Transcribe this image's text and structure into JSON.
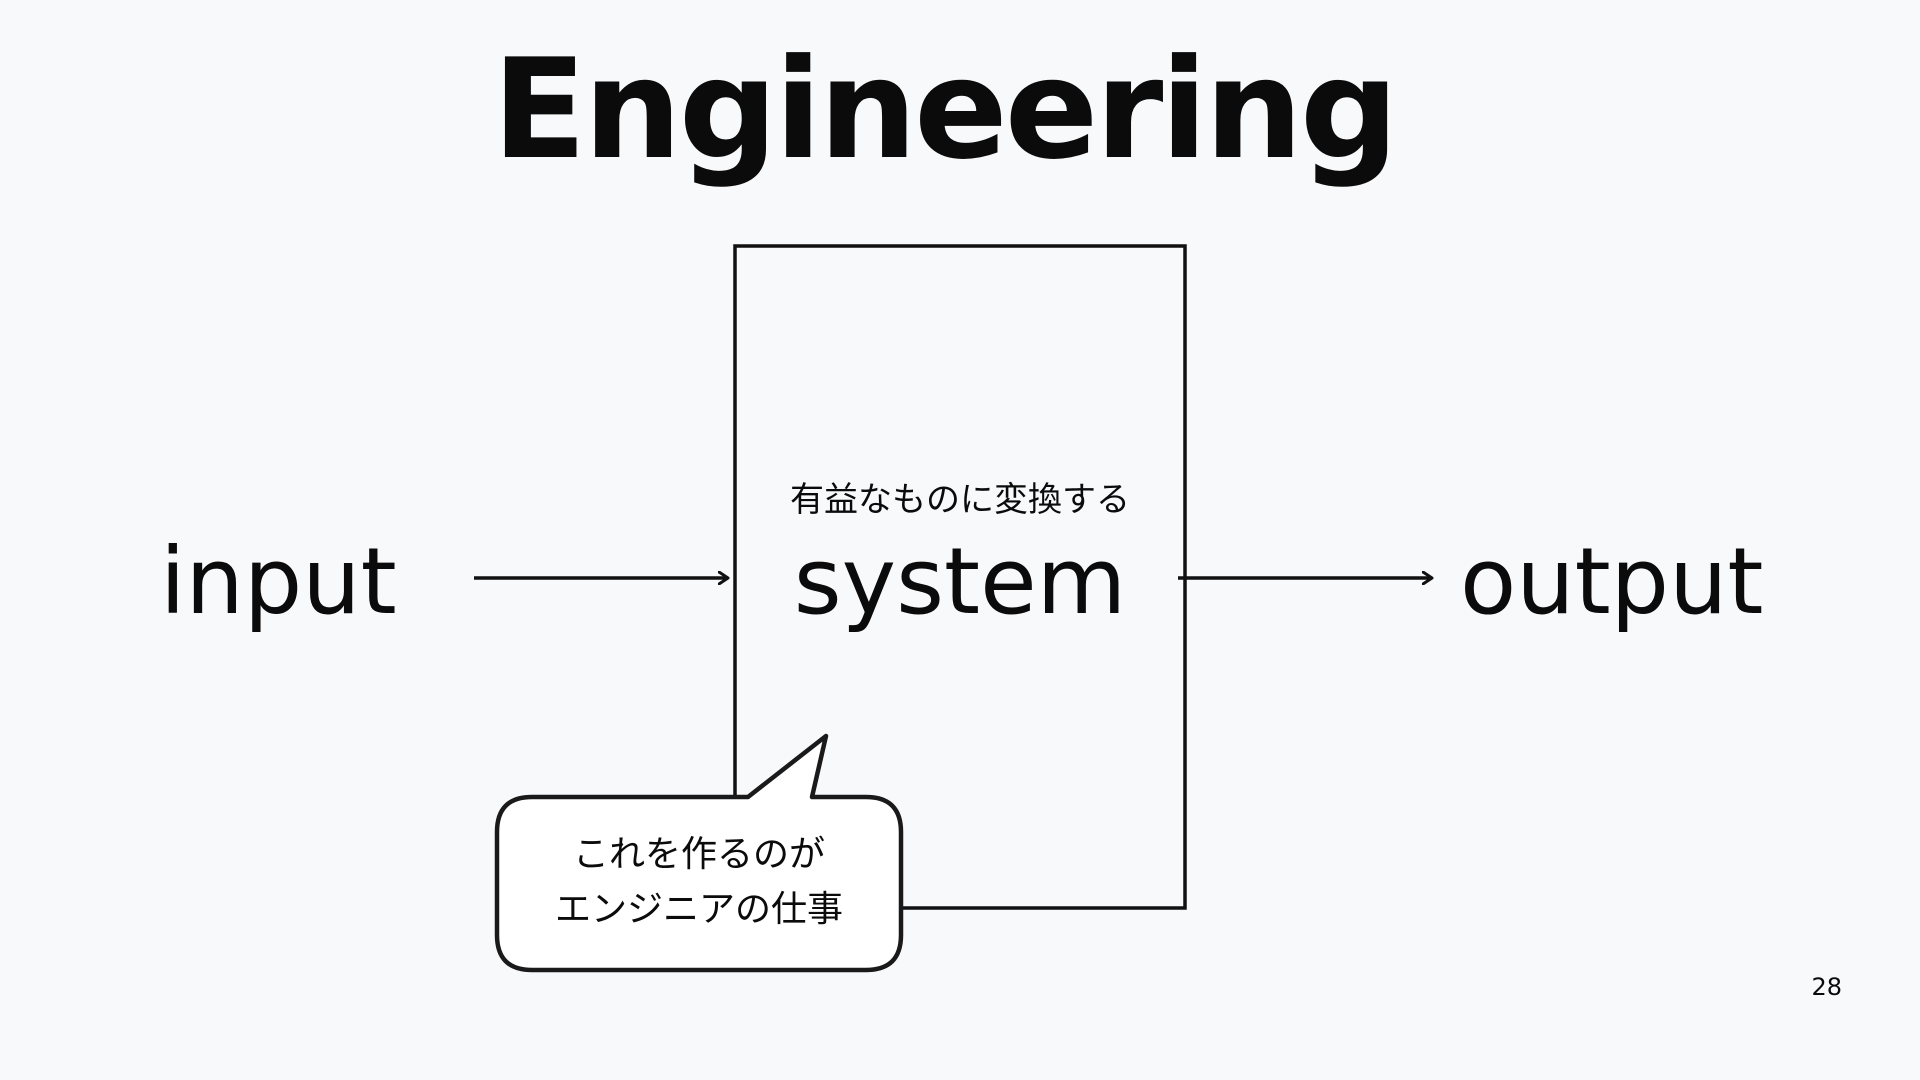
{
  "slide": {
    "title": "Engineering",
    "input_label": "input",
    "system_label": "system",
    "system_caption": "有益なものに変換する",
    "output_label": "output",
    "speech_bubble": {
      "line1": "これを作るのが",
      "line2": "エンジニアの仕事"
    },
    "page_number": "28"
  },
  "colors": {
    "background": "#f8f9fb",
    "stroke": "#111111",
    "text": "#0b0b0b",
    "bubble_fill": "#ffffff"
  },
  "icons": {
    "input_arrow": "arrow-right-icon",
    "output_arrow": "arrow-right-icon"
  }
}
